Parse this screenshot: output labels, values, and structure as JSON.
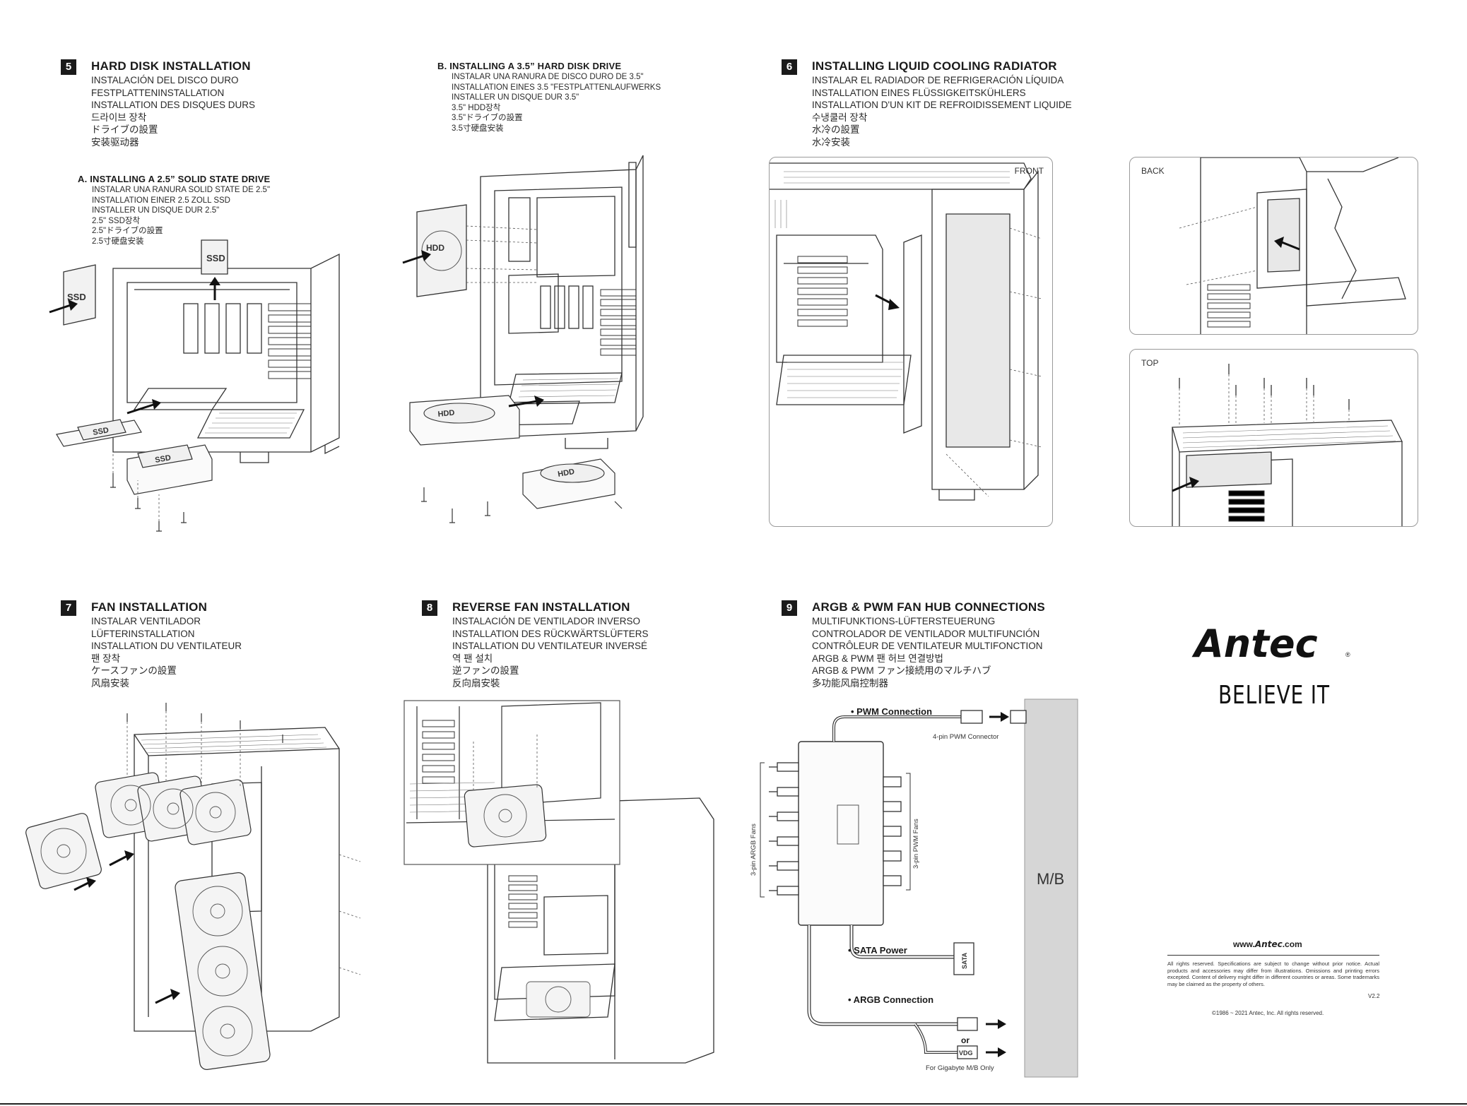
{
  "s5": {
    "num": "5",
    "title": "HARD DISK INSTALLATION",
    "lines": [
      "INSTALACIÓN DEL DISCO DURO",
      "FESTPLATTENINSTALLATION",
      "INSTALLATION DES DISQUES DURS",
      "드라이브 장착",
      "ドライブの設置",
      "安装驱动器"
    ]
  },
  "s5a": {
    "title": "A.  INSTALLING A 2.5”  SOLID STATE DRIVE",
    "lines": [
      "INSTALAR UNA RANURA SOLID STATE DE 2.5\"",
      "INSTALLATION EINER 2.5 ZOLL SSD",
      "INSTALLER UN DISQUE DUR 2.5\"",
      "2.5\" SSD장착",
      "2.5\"ドライブの設置",
      "2.5寸硬盘安装"
    ],
    "labels": [
      "SSD",
      "SSD",
      "SSD",
      "SSD"
    ]
  },
  "s5b": {
    "title": "B.  INSTALLING A 3.5”  HARD DISK DRIVE",
    "lines": [
      "INSTALAR UNA RANURA DE DISCO DURO DE 3.5\"",
      "INSTALLATION EINES 3.5 \"FESTPLATTENLAUFWERKS",
      "INSTALLER UN DISQUE DUR 3.5\"",
      "3.5\" HDD장착",
      "3.5\"ドライブの設置",
      "3.5寸硬盘安装"
    ],
    "labels": [
      "HDD",
      "HDD",
      "HDD"
    ]
  },
  "s6": {
    "num": "6",
    "title": "INSTALLING LIQUID COOLING RADIATOR",
    "lines": [
      "INSTALAR EL RADIADOR DE REFRIGERACIÓN LÍQUIDA",
      "INSTALLATION EINES FLÜSSIGKEITSKÜHLERS",
      "INSTALLATION D'UN KIT DE REFROIDISSEMENT LIQUIDE",
      "수냉쿨러 장착",
      "水冷の設置",
      "水冷安装"
    ],
    "panel_front": "FRONT",
    "panel_back": "BACK",
    "panel_top": "TOP"
  },
  "s7": {
    "num": "7",
    "title": "FAN INSTALLATION",
    "lines": [
      "INSTALAR VENTILADOR",
      "LÜFTERINSTALLATION",
      "INSTALLATION DU VENTILATEUR",
      "팬 장착",
      "ケースファンの設置",
      "风扇安装"
    ]
  },
  "s8": {
    "num": "8",
    "title": "REVERSE FAN INSTALLATION",
    "lines": [
      "INSTALACIÓN DE VENTILADOR INVERSO",
      "INSTALLATION DES RÜCKWÄRTSLÜFTERS",
      "INSTALLATION DU VENTILATEUR INVERSÉ",
      "역 팬 설치",
      "逆ファンの設置",
      "反向扇安裝"
    ]
  },
  "s9": {
    "num": "9",
    "title": "ARGB & PWM FAN HUB CONNECTIONS",
    "lines": [
      "MULTIFUNKTIONS-LÜFTERSTEUERUNG",
      "CONTROLADOR DE VENTILADOR MULTIFUNCIÓN",
      "CONTRÔLEUR DE VENTILATEUR MULTIFONCTION",
      "ARGB & PWM 팬 허브 연결방법",
      "ARGB & PWM ファン接続用のマルチハブ",
      "多功能风扇控制器"
    ],
    "pwm_connection": "• PWM Connection",
    "pwm_connector": "4-pin PWM Connector",
    "argb_fans": "3-pin ARGB Fans",
    "pwm_fans": "3-pin PWM Fans",
    "sata_power": "• SATA Power",
    "sata": "SATA",
    "argb_connection": "• ARGB Connection",
    "or": "or",
    "vdg": "VDG",
    "gigabyte_note": "For Gigabyte M/B Only",
    "mb": "M/B"
  },
  "brand": {
    "logo": "Antec",
    "registered": "®",
    "tagline": "BELIEVE IT",
    "url_prefix": "www.",
    "url_brand": "Antec",
    "url_suffix": ".com",
    "disclaimer": "All rights reserved. Specifications are subject to change without prior notice. Actual products and accessories may differ from illustrations. Omissions and printing errors excepted. Content of delivery might differ in different countries or areas. Some trademarks may be claimed as the property of others.",
    "version": "V2.2",
    "copyright": "©1986 ~ 2021 Antec, Inc. All rights reserved."
  }
}
